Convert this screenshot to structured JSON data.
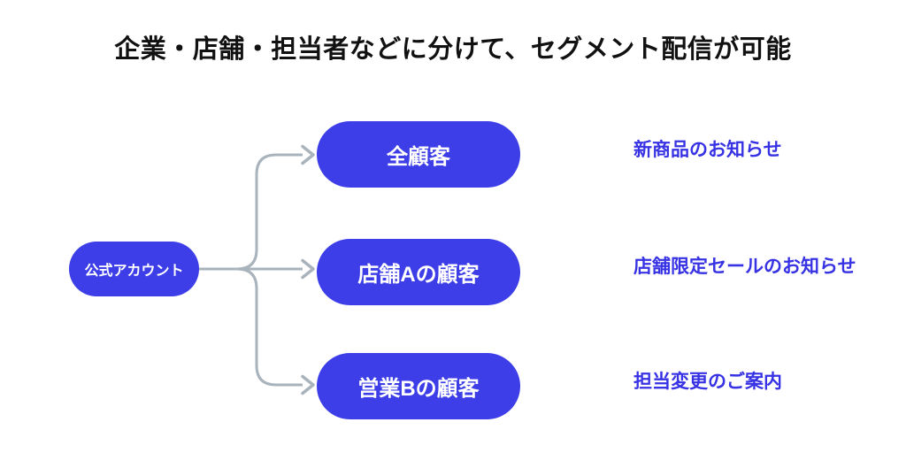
{
  "title": "企業・店舗・担当者などに分けて、セグメント配信が可能",
  "colors": {
    "title_color": "#111111",
    "node_blue": "#3D3EE8",
    "label_blue": "#3732E4",
    "arrow_gray": "#A9B3BC"
  },
  "source_node": {
    "label": "公式アカウント"
  },
  "segments": [
    {
      "node_label": "全顧客",
      "message_label": "新商品のお知らせ"
    },
    {
      "node_label": "店舗Aの顧客",
      "message_label": "店舗限定セールのお知らせ"
    },
    {
      "node_label": "営業Bの顧客",
      "message_label": "担当変更のご案内"
    }
  ]
}
